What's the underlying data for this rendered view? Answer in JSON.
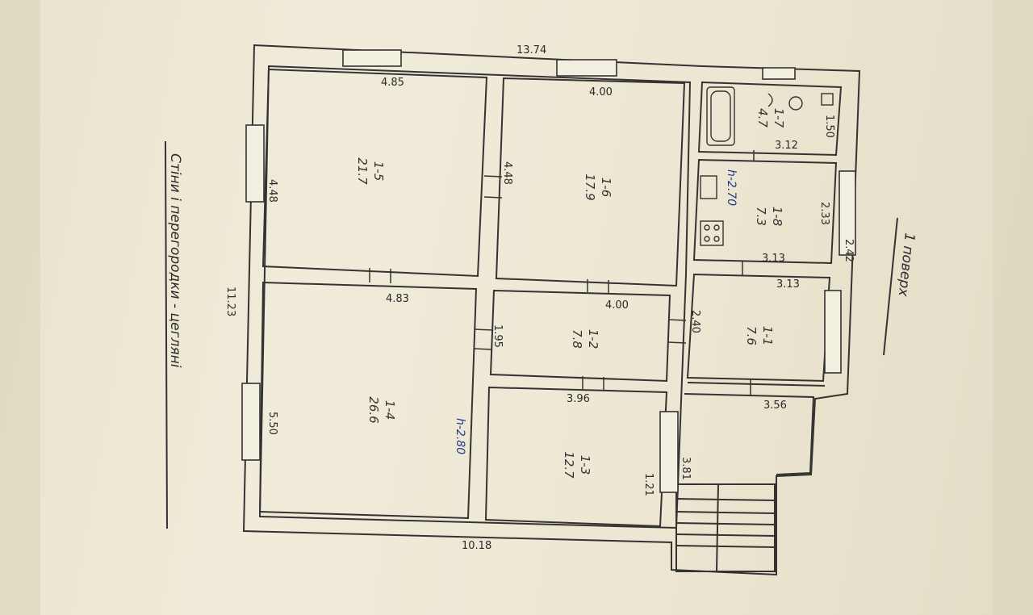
{
  "overall": {
    "width_top": "13.74",
    "width_bottom": "10.18",
    "depth_left": "11.23"
  },
  "rooms": [
    {
      "id": "1-5",
      "area": "21.7"
    },
    {
      "id": "1-6",
      "area": "17.9"
    },
    {
      "id": "1-4",
      "area": "26.6"
    },
    {
      "id": "1-2",
      "area": "7.8"
    },
    {
      "id": "1-3",
      "area": "12.7"
    },
    {
      "id": "1-1",
      "area": "7.6"
    },
    {
      "id": "1-8",
      "area": "7.3"
    },
    {
      "id": "1-7",
      "area": "4.7"
    }
  ],
  "dimensions": {
    "d_485": "4.85",
    "d_400_top": "4.00",
    "d_448_left": "4.48",
    "d_448_mid": "4.48",
    "d_483": "4.83",
    "d_400_mid": "4.00",
    "d_550": "5.50",
    "d_195": "1.95",
    "d_396": "3.96",
    "d_240": "2.40",
    "d_313_a": "3.13",
    "d_313_b": "3.13",
    "d_312": "3.12",
    "d_233": "2.33",
    "d_242": "2.42",
    "d_150": "1.50",
    "d_356": "3.56",
    "d_381": "3.81",
    "d_121": "1.21"
  },
  "heights": {
    "h_main": "h-2.80",
    "h_kitchen": "h-2.70"
  },
  "notes": {
    "walls": "Стіни і перегородки - цегляні",
    "floor": "1 поверх"
  }
}
